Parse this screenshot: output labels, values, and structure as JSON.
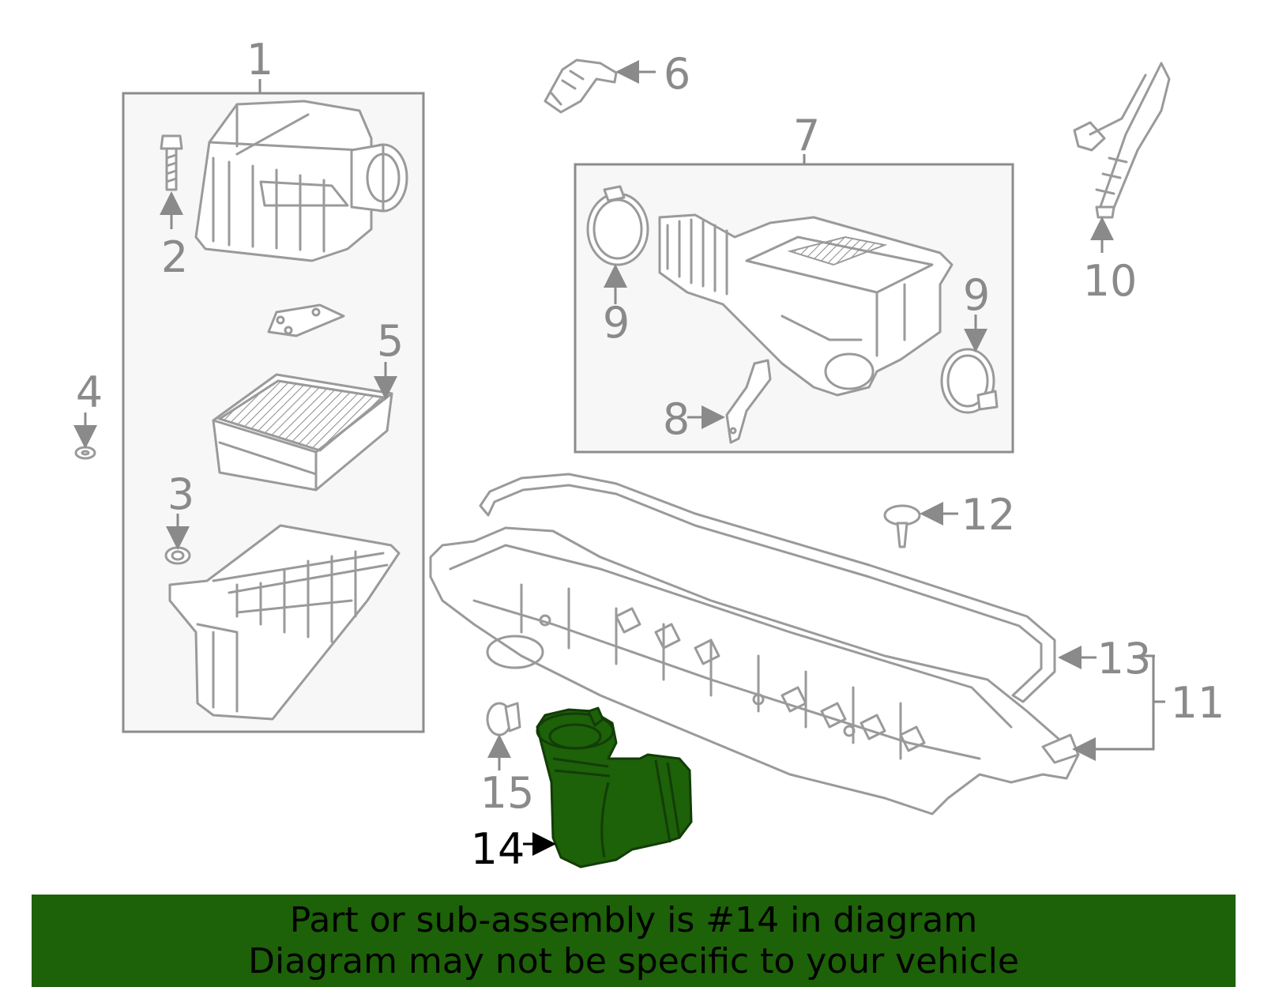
{
  "labels": {
    "p1": "1",
    "p2": "2",
    "p3": "3",
    "p4": "4",
    "p5": "5",
    "p6": "6",
    "p7": "7",
    "p8": "8",
    "p9a": "9",
    "p9b": "9",
    "p10": "10",
    "p11": "11",
    "p12": "12",
    "p13": "13",
    "p14": "14",
    "p15": "15"
  },
  "highlight_part": "14",
  "colors": {
    "highlight": "#1d6109",
    "line": "#9a9a9a",
    "label": "#8a8a8a"
  },
  "banner": {
    "line1": "Part or sub-assembly is #14 in diagram",
    "line2": "Diagram may not be specific to your vehicle"
  }
}
